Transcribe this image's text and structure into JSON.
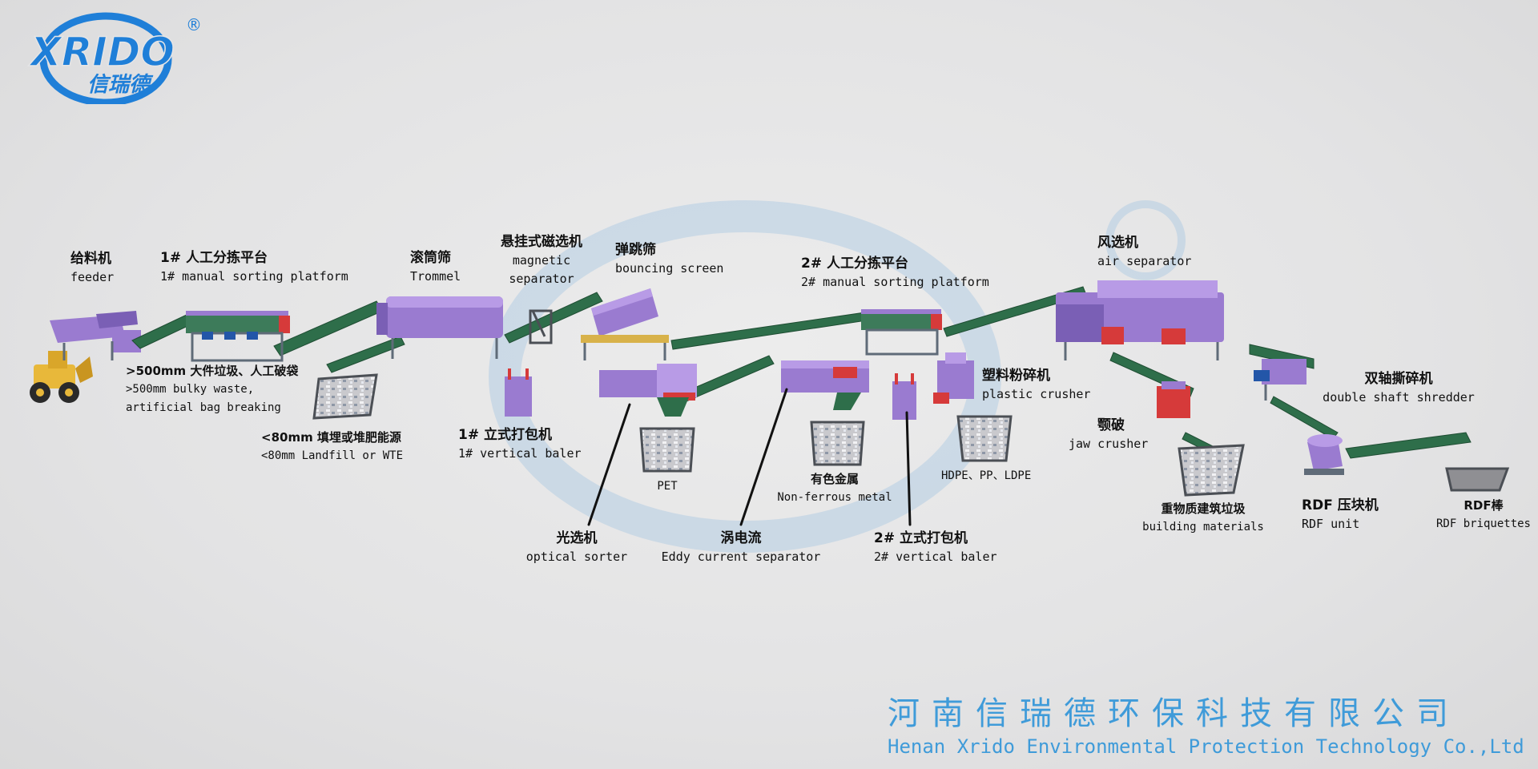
{
  "brand": {
    "logo_text": "XRIDO",
    "logo_sub": "信瑞德",
    "registered": "®",
    "company_zh": "河南信瑞德环保科技有限公司",
    "company_en": "Henan Xrido Environmental Protection Technology Co.,Ltd"
  },
  "colors": {
    "brand_blue": "#1f7fd8",
    "machine_purple": "#9a7bd0",
    "conveyor_green": "#2e6e4a",
    "frame_gray": "#5f6b78",
    "accent_red": "#d63a3a",
    "loader_yellow": "#e8b83a"
  },
  "labels": {
    "feeder": {
      "zh": "给料机",
      "en": "feeder"
    },
    "sorting1": {
      "zh": "1# 人工分拣平台",
      "en": "1# manual sorting platform"
    },
    "trommel": {
      "zh": "滚筒筛",
      "en": "Trommel"
    },
    "magnetic": {
      "zh": "悬挂式磁选机",
      "en1": "magnetic",
      "en2": "separator"
    },
    "bouncing": {
      "zh": "弹跳筛",
      "en": "bouncing screen"
    },
    "sorting2": {
      "zh": "2# 人工分拣平台",
      "en": "2# manual sorting platform"
    },
    "air": {
      "zh": "风选机",
      "en": "air separator"
    },
    "bulky": {
      "line1": ">500mm 大件垃圾、人工破袋",
      "line2": ">500mm bulky waste,",
      "line3": "artificial bag breaking"
    },
    "landfill": {
      "line1": "<80mm 填埋或堆肥能源",
      "line2": "<80mm Landfill or WTE"
    },
    "baler1": {
      "zh": "1# 立式打包机",
      "en": "1# vertical baler"
    },
    "pet": {
      "en": "PET"
    },
    "nonferrous": {
      "zh": "有色金属",
      "en": "Non-ferrous metal"
    },
    "hdpe": {
      "en": "HDPE、PP、LDPE"
    },
    "plastic_crusher": {
      "zh": "塑料粉碎机",
      "en": "plastic crusher"
    },
    "jaw": {
      "zh": "颚破",
      "en": "jaw crusher"
    },
    "building": {
      "zh": "重物质建筑垃圾",
      "en": "building materials"
    },
    "shredder": {
      "zh": "双轴撕碎机",
      "en": "double shaft shredder"
    },
    "rdf_unit": {
      "zh": "RDF 压块机",
      "en": "RDF unit"
    },
    "rdf_brick": {
      "zh": "RDF棒",
      "en": "RDF briquettes"
    },
    "optical": {
      "zh": "光选机",
      "en": "optical sorter"
    },
    "eddy": {
      "zh": "涡电流",
      "en": "Eddy current separator"
    },
    "baler2": {
      "zh": "2# 立式打包机",
      "en": "2# vertical baler"
    }
  }
}
